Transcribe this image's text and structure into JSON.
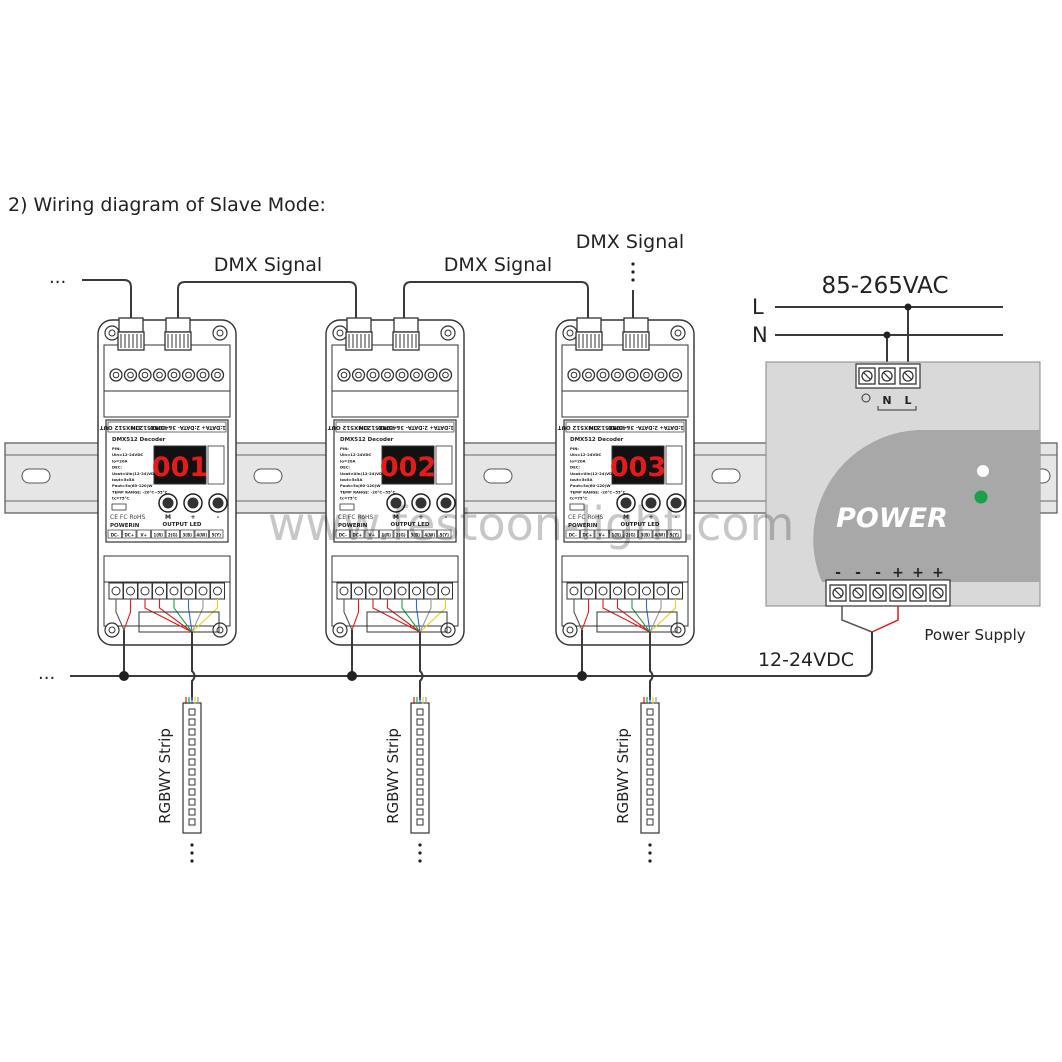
{
  "title": "2) Wiring diagram of Slave Mode:",
  "labels": {
    "dmx_signal_1": "DMX Signal",
    "dmx_signal_2": "DMX Signal",
    "dmx_signal_3": "DMX Signal",
    "ellipsis": "...",
    "vac": "85-265VAC",
    "line_l": "L",
    "line_n": "N",
    "ps_n": "N",
    "ps_l": "L",
    "power": "POWER",
    "power_supply": "Power Supply",
    "vdc": "12-24VDC",
    "strip": "RGBWY Strip",
    "ps_terminals": [
      "-",
      "-",
      "-",
      "+",
      "+",
      "+"
    ],
    "watermark": "www.festoon-light.com"
  },
  "decoder": {
    "header_left": "DMX512 OUT",
    "header_mid": "DMX512 IN",
    "header_right": "1:DATA+ 2:DATA- 3&4:GND",
    "model": "DMX512 Decoder",
    "specs": [
      "PIN:",
      "Uin=12-24VDC",
      "Io=20A",
      "DEC:",
      "Uout=Uin(12-24)VDC",
      "Iout=5x5A",
      "Pout=5x(60-120)W",
      "TEMP RANGE: -20°C~55°C",
      "tc=75°C"
    ],
    "cert": "CE FC RoHS",
    "power_in": "POWERIN",
    "output_led": "OUTPUT LED",
    "terminals": [
      "DC-",
      "DC+",
      "V+",
      "1(R)",
      "2(G)",
      "3(B)",
      "4(W)",
      "5(Y)"
    ],
    "buttons": [
      "M",
      "+",
      "-"
    ],
    "display_values": [
      "001",
      "002",
      "003"
    ]
  },
  "colors": {
    "wire": "#3a3a3a",
    "rail": "#e6e6e6",
    "ps_body": "#d9d9d9",
    "ps_accent": "#a8a8a8",
    "display_bg": "#111111",
    "display_digit": "#e41b1b",
    "led_green": "#1aa04a",
    "wire_red": "#e01b1b",
    "wire_green": "#1aa04a",
    "wire_blue": "#2a6fd6",
    "wire_yellow": "#e8d21a"
  }
}
